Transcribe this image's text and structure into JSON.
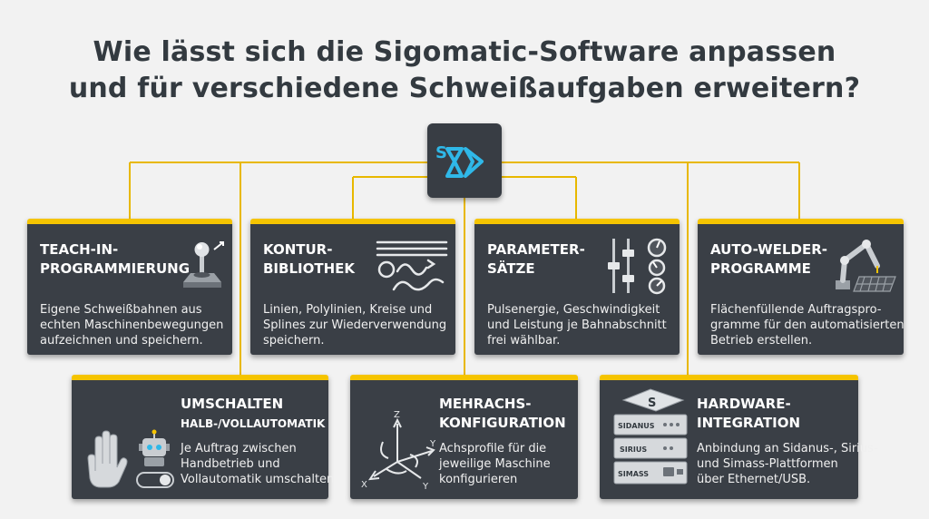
{
  "title": {
    "line1": "Wie lässt sich die Sigomatic-Software anpassen",
    "line2": "und für verschiedene Schweißaufgaben erweitern?"
  },
  "colors": {
    "accent": "#f5c400",
    "card": "#3a3f46",
    "logo": "#2fb8e8",
    "background": "#f2f2f2"
  },
  "logo": {
    "icon": "sigomatic-logo-icon"
  },
  "cards": {
    "teach": {
      "title_l1": "TEACH-IN-",
      "title_l2": "PROGRAMMIERUNG",
      "desc_l1": "Eigene Schweißbahnen aus",
      "desc_l2": "echten Maschinenbewegungen",
      "desc_l3": "aufzeichnen und speichern.",
      "icon": "joystick-icon"
    },
    "kontur": {
      "title_l1": "KONTUR-",
      "title_l2": "BIBLIOTHEK",
      "desc_l1": "Linien, Polylinien, Kreise und",
      "desc_l2": "Splines zur Wiederverwendung",
      "desc_l3": "speichern.",
      "icon": "contour-shapes-icon"
    },
    "param": {
      "title_l1": "PARAMETER-",
      "title_l2": "SÄTZE",
      "desc_l1": "Pulsenergie, Geschwindigkeit",
      "desc_l2": "und Leistung je Bahnabschnitt",
      "desc_l3": "frei wählbar.",
      "icon": "sliders-knobs-icon"
    },
    "auto": {
      "title_l1": "AUTO-WELDER-",
      "title_l2": "PROGRAMME",
      "desc_l1": "Flächenfüllende Auftragspro-",
      "desc_l2": "gramme für den automatisierten",
      "desc_l3": "Betrieb erstellen.",
      "icon": "robot-arm-grid-icon"
    },
    "umschalten": {
      "title_l1": "UMSCHALTEN",
      "title_l2": "HALB-/VOLLAUTOMATIK",
      "desc_l1": "Je Auftrag zwischen",
      "desc_l2": "Handbetrieb und",
      "desc_l3": "Vollautomatik umschalten",
      "icon": "hand-robot-toggle-icon"
    },
    "mehrachs": {
      "title_l1": "MEHRACHS-",
      "title_l2": "KONFIGURATION",
      "desc_l1": "Achsprofile für die",
      "desc_l2": "jeweilige Maschine",
      "desc_l3": "konfigurieren",
      "icon": "axes-icon",
      "axis_z": "Z",
      "axis_y1": "Y",
      "axis_y2": "Y",
      "axis_x": "X"
    },
    "hardware": {
      "title_l1": "HARDWARE-",
      "title_l2": "INTEGRATION",
      "desc_l1": "Anbindung an Sidanus-, Sirius-",
      "desc_l2": "und Simass-Plattformen",
      "desc_l3": "über Ethernet/USB.",
      "icon": "hardware-stack-icon",
      "label_top": "S",
      "label_1": "SIDANUS",
      "label_2": "SIRIUS",
      "label_3": "SIMASS"
    }
  }
}
